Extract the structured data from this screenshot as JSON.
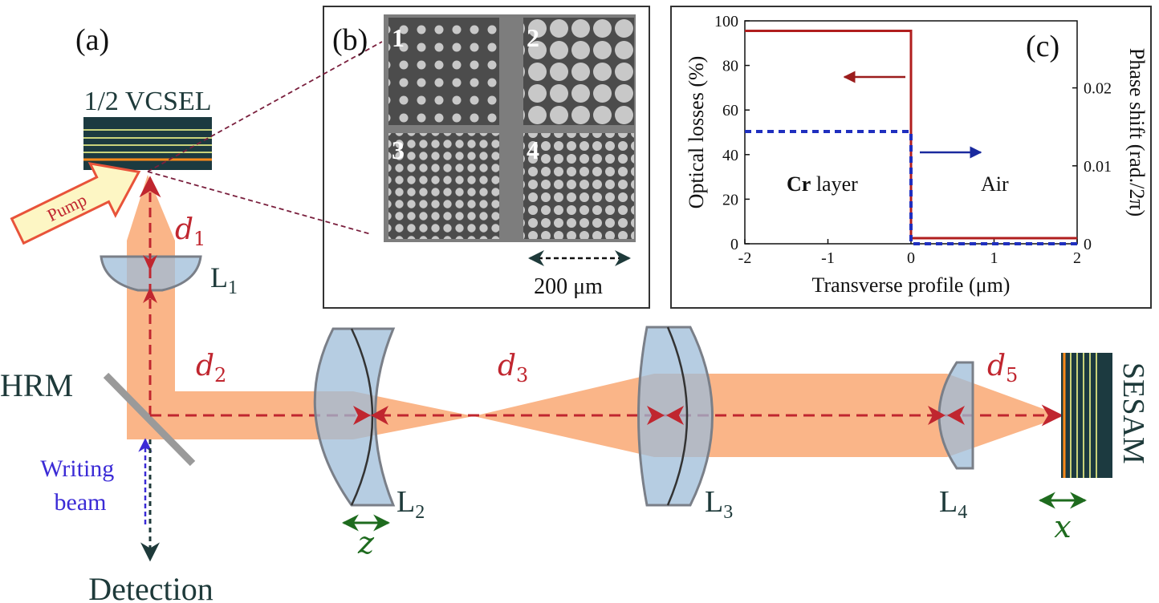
{
  "panel_labels": {
    "a": "(a)",
    "b": "(b)",
    "c": "(c)"
  },
  "setup": {
    "vcsel": "1/2 VCSEL",
    "pump": "Pump",
    "hrm": "HRM",
    "sesam": "SESAM",
    "writing_beam": [
      "Writing",
      "beam"
    ],
    "detection": "Detection",
    "lenses": {
      "l1": {
        "base": "L",
        "sub": "1"
      },
      "l2": {
        "base": "L",
        "sub": "2"
      },
      "l3": {
        "base": "L",
        "sub": "3"
      },
      "l4": {
        "base": "L",
        "sub": "4"
      }
    },
    "distances": {
      "d1": {
        "base": "d",
        "sub": "1"
      },
      "d2": {
        "base": "d",
        "sub": "2"
      },
      "d3": {
        "base": "d",
        "sub": "3"
      },
      "d5": {
        "base": "d",
        "sub": "5"
      }
    },
    "z_label": "z",
    "x_label": "x",
    "colors": {
      "beam": "#f9a873",
      "lens": "#9dbcd8",
      "axis_red": "#c0262f",
      "dark": "#1e3a3a",
      "green": "#1e6b1e",
      "blue": "#3b2bd6"
    }
  },
  "micrograph": {
    "quadrants": [
      "1",
      "2",
      "3",
      "4"
    ],
    "scale_label": "200 μm"
  },
  "chart_data": {
    "type": "line",
    "xlabel": "Transverse profile (μm)",
    "ylabel_left": "Optical losses (%)",
    "ylabel_right": "Phase shift (rad./2π)",
    "xlim": [
      -2,
      2
    ],
    "ylim_left": [
      0,
      100
    ],
    "ylim_right": [
      0,
      0.0286
    ],
    "x_ticks": [
      "-2",
      "-1",
      "0",
      "1",
      "2"
    ],
    "y_ticks_left": [
      "0",
      "20",
      "40",
      "60",
      "80",
      "100"
    ],
    "y_ticks_right": [
      "0",
      "0.01",
      "0.02"
    ],
    "region_labels": {
      "cr_bold": "Cr",
      "cr_rest": " layer",
      "air": "Air"
    },
    "series": [
      {
        "axis": "left",
        "color": "#b01e1e",
        "style": "solid",
        "x": [
          -2,
          0,
          0,
          2
        ],
        "y": [
          95.5,
          95.5,
          2.5,
          2.5
        ]
      },
      {
        "axis": "right",
        "color": "#1f2fbf",
        "style": "dashed",
        "x": [
          -2,
          0,
          0,
          2
        ],
        "y": [
          0.0144,
          0.0144,
          0.0,
          0.0
        ]
      }
    ]
  }
}
